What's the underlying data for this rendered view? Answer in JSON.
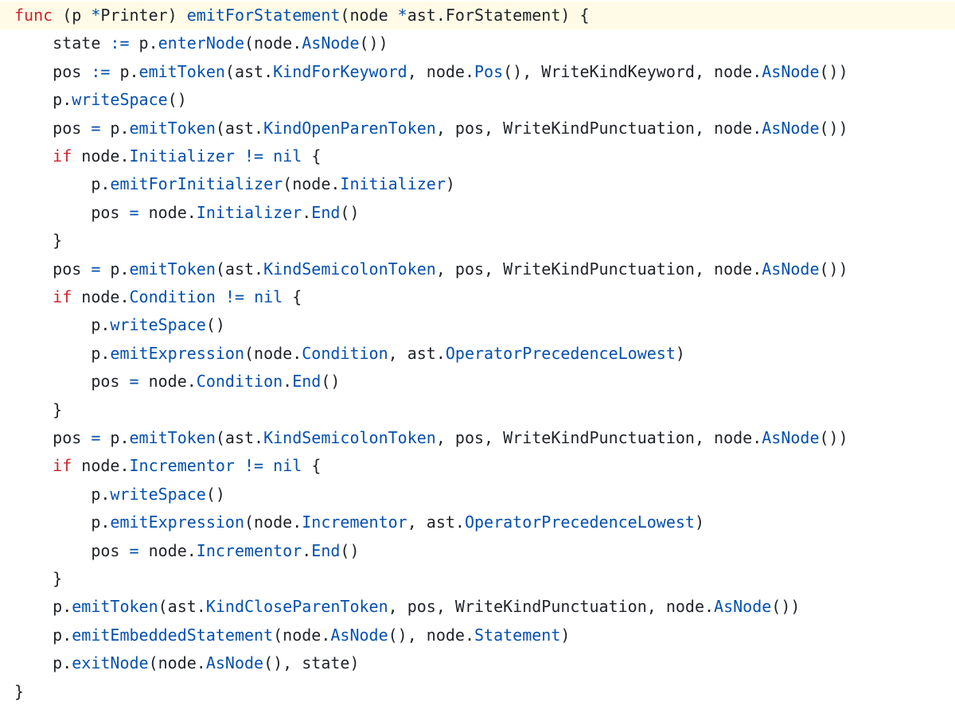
{
  "colors": {
    "background": "#ffffff",
    "highlight_line": "#fffbe6",
    "keyword": "#cf222e",
    "identifier": "#0550ae",
    "plain_text": "#1f2328"
  },
  "code": {
    "lines": [
      [
        {
          "t": "func",
          "c": "kw"
        },
        {
          "t": " (p ",
          "c": "txt"
        },
        {
          "t": "*",
          "c": "op"
        },
        {
          "t": "Printer) ",
          "c": "txt"
        },
        {
          "t": "emitForStatement",
          "c": "fn"
        },
        {
          "t": "(node ",
          "c": "txt"
        },
        {
          "t": "*",
          "c": "op"
        },
        {
          "t": "ast.ForStatement) {",
          "c": "txt"
        }
      ],
      [
        {
          "t": "    state ",
          "c": "txt"
        },
        {
          "t": ":=",
          "c": "op"
        },
        {
          "t": " p.",
          "c": "txt"
        },
        {
          "t": "enterNode",
          "c": "fn"
        },
        {
          "t": "(node.",
          "c": "txt"
        },
        {
          "t": "AsNode",
          "c": "fn"
        },
        {
          "t": "())",
          "c": "txt"
        }
      ],
      [
        {
          "t": "    pos ",
          "c": "txt"
        },
        {
          "t": ":=",
          "c": "op"
        },
        {
          "t": " p.",
          "c": "txt"
        },
        {
          "t": "emitToken",
          "c": "fn"
        },
        {
          "t": "(ast.",
          "c": "txt"
        },
        {
          "t": "KindForKeyword",
          "c": "fn"
        },
        {
          "t": ", node.",
          "c": "txt"
        },
        {
          "t": "Pos",
          "c": "fn"
        },
        {
          "t": "(), WriteKindKeyword, node.",
          "c": "txt"
        },
        {
          "t": "AsNode",
          "c": "fn"
        },
        {
          "t": "())",
          "c": "txt"
        }
      ],
      [
        {
          "t": "    p.",
          "c": "txt"
        },
        {
          "t": "writeSpace",
          "c": "fn"
        },
        {
          "t": "()",
          "c": "txt"
        }
      ],
      [
        {
          "t": "    pos ",
          "c": "txt"
        },
        {
          "t": "=",
          "c": "op"
        },
        {
          "t": " p.",
          "c": "txt"
        },
        {
          "t": "emitToken",
          "c": "fn"
        },
        {
          "t": "(ast.",
          "c": "txt"
        },
        {
          "t": "KindOpenParenToken",
          "c": "fn"
        },
        {
          "t": ", pos, WriteKindPunctuation, node.",
          "c": "txt"
        },
        {
          "t": "AsNode",
          "c": "fn"
        },
        {
          "t": "())",
          "c": "txt"
        }
      ],
      [
        {
          "t": "    ",
          "c": "txt"
        },
        {
          "t": "if",
          "c": "kw"
        },
        {
          "t": " node.",
          "c": "txt"
        },
        {
          "t": "Initializer",
          "c": "fn"
        },
        {
          "t": " ",
          "c": "txt"
        },
        {
          "t": "!=",
          "c": "op"
        },
        {
          "t": " ",
          "c": "txt"
        },
        {
          "t": "nil",
          "c": "fn"
        },
        {
          "t": " {",
          "c": "txt"
        }
      ],
      [
        {
          "t": "        p.",
          "c": "txt"
        },
        {
          "t": "emitForInitializer",
          "c": "fn"
        },
        {
          "t": "(node.",
          "c": "txt"
        },
        {
          "t": "Initializer",
          "c": "fn"
        },
        {
          "t": ")",
          "c": "txt"
        }
      ],
      [
        {
          "t": "        pos ",
          "c": "txt"
        },
        {
          "t": "=",
          "c": "op"
        },
        {
          "t": " node.",
          "c": "txt"
        },
        {
          "t": "Initializer",
          "c": "fn"
        },
        {
          "t": ".",
          "c": "txt"
        },
        {
          "t": "End",
          "c": "fn"
        },
        {
          "t": "()",
          "c": "txt"
        }
      ],
      [
        {
          "t": "    }",
          "c": "txt"
        }
      ],
      [
        {
          "t": "    pos ",
          "c": "txt"
        },
        {
          "t": "=",
          "c": "op"
        },
        {
          "t": " p.",
          "c": "txt"
        },
        {
          "t": "emitToken",
          "c": "fn"
        },
        {
          "t": "(ast.",
          "c": "txt"
        },
        {
          "t": "KindSemicolonToken",
          "c": "fn"
        },
        {
          "t": ", pos, WriteKindPunctuation, node.",
          "c": "txt"
        },
        {
          "t": "AsNode",
          "c": "fn"
        },
        {
          "t": "())",
          "c": "txt"
        }
      ],
      [
        {
          "t": "    ",
          "c": "txt"
        },
        {
          "t": "if",
          "c": "kw"
        },
        {
          "t": " node.",
          "c": "txt"
        },
        {
          "t": "Condition",
          "c": "fn"
        },
        {
          "t": " ",
          "c": "txt"
        },
        {
          "t": "!=",
          "c": "op"
        },
        {
          "t": " ",
          "c": "txt"
        },
        {
          "t": "nil",
          "c": "fn"
        },
        {
          "t": " {",
          "c": "txt"
        }
      ],
      [
        {
          "t": "        p.",
          "c": "txt"
        },
        {
          "t": "writeSpace",
          "c": "fn"
        },
        {
          "t": "()",
          "c": "txt"
        }
      ],
      [
        {
          "t": "        p.",
          "c": "txt"
        },
        {
          "t": "emitExpression",
          "c": "fn"
        },
        {
          "t": "(node.",
          "c": "txt"
        },
        {
          "t": "Condition",
          "c": "fn"
        },
        {
          "t": ", ast.",
          "c": "txt"
        },
        {
          "t": "OperatorPrecedenceLowest",
          "c": "fn"
        },
        {
          "t": ")",
          "c": "txt"
        }
      ],
      [
        {
          "t": "        pos ",
          "c": "txt"
        },
        {
          "t": "=",
          "c": "op"
        },
        {
          "t": " node.",
          "c": "txt"
        },
        {
          "t": "Condition",
          "c": "fn"
        },
        {
          "t": ".",
          "c": "txt"
        },
        {
          "t": "End",
          "c": "fn"
        },
        {
          "t": "()",
          "c": "txt"
        }
      ],
      [
        {
          "t": "    }",
          "c": "txt"
        }
      ],
      [
        {
          "t": "    pos ",
          "c": "txt"
        },
        {
          "t": "=",
          "c": "op"
        },
        {
          "t": " p.",
          "c": "txt"
        },
        {
          "t": "emitToken",
          "c": "fn"
        },
        {
          "t": "(ast.",
          "c": "txt"
        },
        {
          "t": "KindSemicolonToken",
          "c": "fn"
        },
        {
          "t": ", pos, WriteKindPunctuation, node.",
          "c": "txt"
        },
        {
          "t": "AsNode",
          "c": "fn"
        },
        {
          "t": "())",
          "c": "txt"
        }
      ],
      [
        {
          "t": "    ",
          "c": "txt"
        },
        {
          "t": "if",
          "c": "kw"
        },
        {
          "t": " node.",
          "c": "txt"
        },
        {
          "t": "Incrementor",
          "c": "fn"
        },
        {
          "t": " ",
          "c": "txt"
        },
        {
          "t": "!=",
          "c": "op"
        },
        {
          "t": " ",
          "c": "txt"
        },
        {
          "t": "nil",
          "c": "fn"
        },
        {
          "t": " {",
          "c": "txt"
        }
      ],
      [
        {
          "t": "        p.",
          "c": "txt"
        },
        {
          "t": "writeSpace",
          "c": "fn"
        },
        {
          "t": "()",
          "c": "txt"
        }
      ],
      [
        {
          "t": "        p.",
          "c": "txt"
        },
        {
          "t": "emitExpression",
          "c": "fn"
        },
        {
          "t": "(node.",
          "c": "txt"
        },
        {
          "t": "Incrementor",
          "c": "fn"
        },
        {
          "t": ", ast.",
          "c": "txt"
        },
        {
          "t": "OperatorPrecedenceLowest",
          "c": "fn"
        },
        {
          "t": ")",
          "c": "txt"
        }
      ],
      [
        {
          "t": "        pos ",
          "c": "txt"
        },
        {
          "t": "=",
          "c": "op"
        },
        {
          "t": " node.",
          "c": "txt"
        },
        {
          "t": "Incrementor",
          "c": "fn"
        },
        {
          "t": ".",
          "c": "txt"
        },
        {
          "t": "End",
          "c": "fn"
        },
        {
          "t": "()",
          "c": "txt"
        }
      ],
      [
        {
          "t": "    }",
          "c": "txt"
        }
      ],
      [
        {
          "t": "    p.",
          "c": "txt"
        },
        {
          "t": "emitToken",
          "c": "fn"
        },
        {
          "t": "(ast.",
          "c": "txt"
        },
        {
          "t": "KindCloseParenToken",
          "c": "fn"
        },
        {
          "t": ", pos, WriteKindPunctuation, node.",
          "c": "txt"
        },
        {
          "t": "AsNode",
          "c": "fn"
        },
        {
          "t": "())",
          "c": "txt"
        }
      ],
      [
        {
          "t": "    p.",
          "c": "txt"
        },
        {
          "t": "emitEmbeddedStatement",
          "c": "fn"
        },
        {
          "t": "(node.",
          "c": "txt"
        },
        {
          "t": "AsNode",
          "c": "fn"
        },
        {
          "t": "(), node.",
          "c": "txt"
        },
        {
          "t": "Statement",
          "c": "fn"
        },
        {
          "t": ")",
          "c": "txt"
        }
      ],
      [
        {
          "t": "    p.",
          "c": "txt"
        },
        {
          "t": "exitNode",
          "c": "fn"
        },
        {
          "t": "(node.",
          "c": "txt"
        },
        {
          "t": "AsNode",
          "c": "fn"
        },
        {
          "t": "(), state)",
          "c": "txt"
        }
      ],
      [
        {
          "t": "}",
          "c": "txt"
        }
      ]
    ]
  }
}
